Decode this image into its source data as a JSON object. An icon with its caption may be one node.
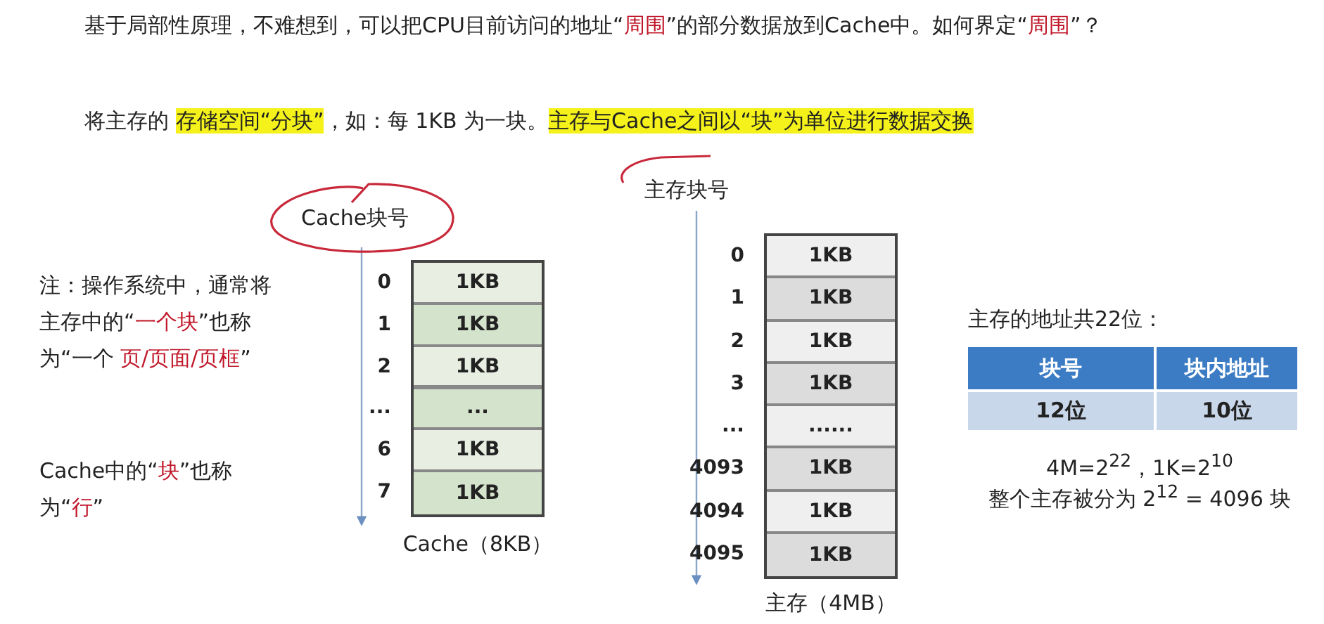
{
  "diagram": {
    "nodes": [
      {
        "text": [
          "Cache（8KB）"
        ]
      },
      {
        "text": [
          "1KB"
        ],
        "in": 0,
        "beside": [
          "0"
        ]
      },
      {
        "text": [
          "1KB"
        ],
        "in": 0,
        "beside": [
          "1"
        ]
      },
      {
        "text": [
          "1KB"
        ],
        "in": 0,
        "beside": [
          "2"
        ]
      },
      {
        "text": [
          "..."
        ],
        "in": 0,
        "beside": [
          "..."
        ]
      },
      {
        "text": [
          "1KB"
        ],
        "in": 0,
        "beside": [
          "6"
        ]
      },
      {
        "text": [
          "1KB"
        ],
        "in": 0,
        "beside": [
          "7"
        ]
      },
      {
        "text": [
          "主存（4MB）"
        ]
      },
      {
        "text": [
          "1KB"
        ],
        "in": 7,
        "beside": [
          "0"
        ]
      },
      {
        "text": [
          "1KB"
        ],
        "in": 7,
        "beside": [
          "1"
        ]
      },
      {
        "text": [
          "1KB"
        ],
        "in": 7,
        "beside": [
          "2"
        ]
      },
      {
        "text": [
          "1KB"
        ],
        "in": 7,
        "beside": [
          "3"
        ]
      },
      {
        "text": [
          "......"
        ],
        "in": 7,
        "beside": [
          "..."
        ]
      },
      {
        "text": [
          "1KB"
        ],
        "in": 7,
        "beside": [
          "4093"
        ]
      },
      {
        "text": [
          "1KB"
        ],
        "in": 7,
        "beside": [
          "4094"
        ]
      },
      {
        "text": [
          "1KB"
        ],
        "in": 7,
        "beside": [
          "4095"
        ]
      }
    ],
    "labels": [
      "基于局部性原理，不难想到，可以把CPU目前访问的地址“*周围*”的部分数据放到Cache中。如何界定“*周围*”？",
      "将主存的 **存储空间“分块”**，如：每 1KB 为一块。**主存与Cache之间以“块”为单位进行数据交换**",
      "Cache块号",
      "主存块号",
      "注：操作系统中，通常将主存中的“*一个块*”也称为“一个 *页/页面/页框*”",
      "Cache中的“*块*”也称为“*行*”",
      "主存的地址共22位：",
      "块号",
      "块内地址",
      "12位",
      "10位",
      "4M=2$^{22}$，1K=2$^{10}$",
      "整个主存被分为 2$^{12}$ = 4096 块"
    ]
  }
}
